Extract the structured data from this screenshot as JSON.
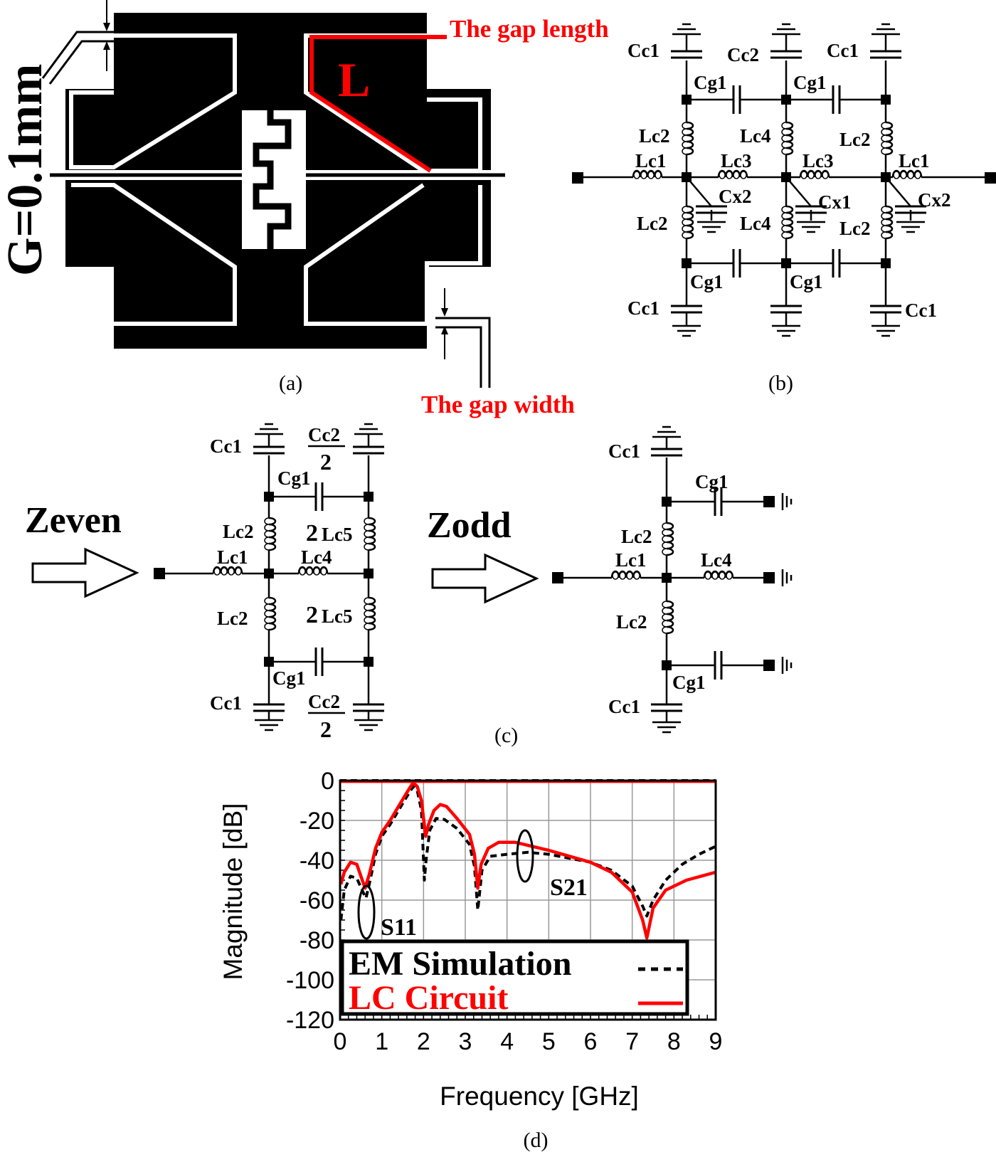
{
  "panel_a": {
    "caption": "(a)",
    "g_label": "G=0.1mm",
    "gap_length_label": "The gap length",
    "l_label": "L",
    "gap_width_label": "The gap width"
  },
  "panel_b": {
    "caption": "(b)",
    "labels": {
      "cc1_tl": "Cc1",
      "cc2_top": "Cc2",
      "cc1_tr": "Cc1",
      "cg1_tl": "Cg1",
      "cg1_tr": "Cg1",
      "lc2_tl": "Lc2",
      "lc4_top": "Lc4",
      "lc2_tr": "Lc2",
      "lc1_l": "Lc1",
      "lc3_l": "Lc3",
      "lc3_r": "Lc3",
      "lc1_r": "Lc1",
      "cx2_l": "Cx2",
      "cx1": "Cx1",
      "cx2_r": "Cx2",
      "lc2_bl": "Lc2",
      "lc4_bot": "Lc4",
      "lc2_br": "Lc2",
      "cg1_bl": "Cg1",
      "cg1_br": "Cg1",
      "cc1_bl": "Cc1",
      "cc1_br": "Cc1"
    }
  },
  "panel_c": {
    "caption": "(c)",
    "even": {
      "title": "Zeven",
      "labels": {
        "cc1_top": "Cc1",
        "cc2_top_num": "Cc2",
        "cc2_top_den": "2",
        "cg1_top": "Cg1",
        "lc2_top": "Lc2",
        "lc5_top_mult": "2",
        "lc5_top": "Lc5",
        "lc1": "Lc1",
        "lc4": "Lc4",
        "lc2_bot": "Lc2",
        "lc5_bot_mult": "2",
        "lc5_bot": "Lc5",
        "cg1_bot": "Cg1",
        "cc1_bot": "Cc1",
        "cc2_bot_num": "Cc2",
        "cc2_bot_den": "2"
      }
    },
    "odd": {
      "title": "Zodd",
      "labels": {
        "cc1_top": "Cc1",
        "cg1_top": "Cg1",
        "lc2_top": "Lc2",
        "lc1": "Lc1",
        "lc4": "Lc4",
        "lc2_bot": "Lc2",
        "cg1_bot": "Cg1",
        "cc1_bot": "Cc1"
      }
    }
  },
  "chart_data": {
    "type": "line",
    "caption": "(d)",
    "xlabel": "Frequency [GHz]",
    "ylabel": "Magnitude [dB]",
    "xlim": [
      0,
      9
    ],
    "ylim": [
      -120,
      0
    ],
    "xticks": [
      0,
      1,
      2,
      3,
      4,
      5,
      6,
      7,
      8,
      9
    ],
    "yticks": [
      0,
      -20,
      -40,
      -60,
      -80,
      -100,
      -120
    ],
    "grid": true,
    "legend_position": "bottom-left",
    "annotations": [
      "S11",
      "S21"
    ],
    "series": [
      {
        "name": "EM Simulation",
        "color": "#000000",
        "style": "dashed",
        "points": [
          [
            0.02,
            -70
          ],
          [
            0.1,
            -55
          ],
          [
            0.25,
            -48
          ],
          [
            0.4,
            -49
          ],
          [
            0.55,
            -56
          ],
          [
            0.62,
            -59
          ],
          [
            0.7,
            -52
          ],
          [
            0.85,
            -37
          ],
          [
            1.0,
            -28
          ],
          [
            1.2,
            -22
          ],
          [
            1.4,
            -15
          ],
          [
            1.6,
            -8
          ],
          [
            1.75,
            -3
          ],
          [
            1.85,
            -5
          ],
          [
            1.95,
            -15
          ],
          [
            2.02,
            -50
          ],
          [
            2.06,
            -40
          ],
          [
            2.15,
            -25
          ],
          [
            2.3,
            -19
          ],
          [
            2.5,
            -19.5
          ],
          [
            2.8,
            -24
          ],
          [
            3.1,
            -32
          ],
          [
            3.22,
            -43
          ],
          [
            3.3,
            -65
          ],
          [
            3.4,
            -45
          ],
          [
            3.6,
            -38
          ],
          [
            4.0,
            -37
          ],
          [
            4.5,
            -36
          ],
          [
            5.0,
            -37
          ],
          [
            5.5,
            -39
          ],
          [
            6.0,
            -41
          ],
          [
            6.5,
            -45
          ],
          [
            7.0,
            -53
          ],
          [
            7.25,
            -63
          ],
          [
            7.35,
            -68
          ],
          [
            7.5,
            -60
          ],
          [
            7.8,
            -50
          ],
          [
            8.2,
            -42
          ],
          [
            8.6,
            -37
          ],
          [
            9.0,
            -33
          ]
        ]
      },
      {
        "name": "LC Circuit",
        "color": "#ff0000",
        "style": "solid",
        "points": [
          [
            0.02,
            -52
          ],
          [
            0.1,
            -46
          ],
          [
            0.25,
            -41
          ],
          [
            0.4,
            -42
          ],
          [
            0.5,
            -48
          ],
          [
            0.6,
            -54
          ],
          [
            0.7,
            -47
          ],
          [
            0.85,
            -34
          ],
          [
            1.0,
            -26
          ],
          [
            1.2,
            -20
          ],
          [
            1.4,
            -13
          ],
          [
            1.6,
            -6
          ],
          [
            1.75,
            -1
          ],
          [
            1.85,
            -3
          ],
          [
            1.95,
            -10
          ],
          [
            2.05,
            -28
          ],
          [
            2.12,
            -22
          ],
          [
            2.25,
            -15
          ],
          [
            2.4,
            -12
          ],
          [
            2.55,
            -13
          ],
          [
            2.8,
            -19
          ],
          [
            3.1,
            -27
          ],
          [
            3.22,
            -37
          ],
          [
            3.3,
            -54
          ],
          [
            3.38,
            -42
          ],
          [
            3.55,
            -34
          ],
          [
            3.8,
            -31
          ],
          [
            4.2,
            -31
          ],
          [
            4.6,
            -33
          ],
          [
            5.0,
            -35
          ],
          [
            5.5,
            -38
          ],
          [
            6.0,
            -41
          ],
          [
            6.5,
            -46
          ],
          [
            7.0,
            -56
          ],
          [
            7.25,
            -70
          ],
          [
            7.35,
            -79
          ],
          [
            7.5,
            -64
          ],
          [
            7.8,
            -55
          ],
          [
            8.3,
            -50
          ],
          [
            9.0,
            -46
          ]
        ]
      },
      {
        "name": "EM Simulation",
        "color": "#000000",
        "style": "dashed",
        "points": [
          [
            0,
            0
          ],
          [
            9,
            0
          ]
        ]
      },
      {
        "name": "LC Circuit",
        "color": "#ff0000",
        "style": "solid",
        "points": [
          [
            0,
            -0.4
          ],
          [
            9,
            -0.4
          ]
        ]
      }
    ]
  }
}
